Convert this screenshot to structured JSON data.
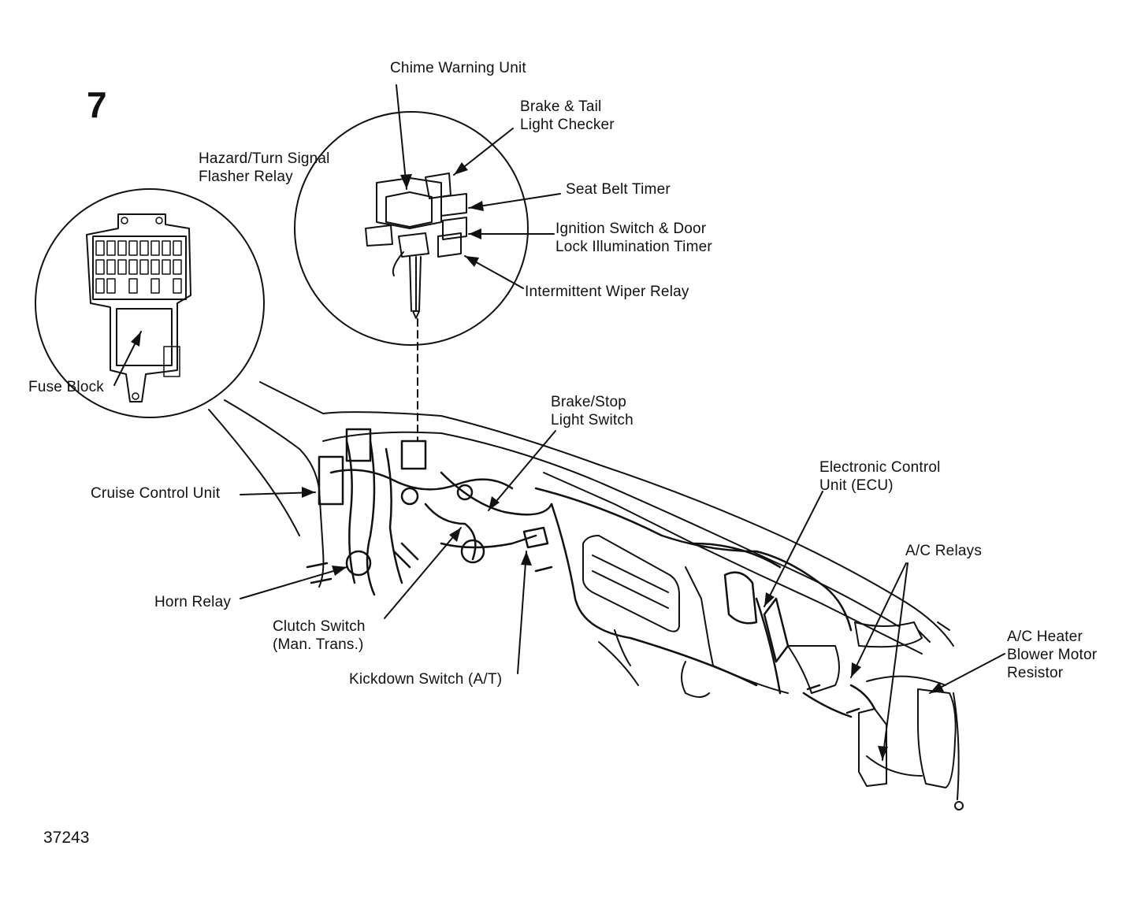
{
  "figure_number": "7",
  "reference_number": "37243",
  "labels": {
    "chime_warning_unit": "Chime Warning Unit",
    "brake_tail_light_checker": "Brake & Tail\nLight Checker",
    "hazard_turn_signal_flasher_relay": "Hazard/Turn Signal\nFlasher Relay",
    "seat_belt_timer": "Seat Belt Timer",
    "ignition_switch_door_lock_timer": "Ignition Switch & Door\nLock Illumination Timer",
    "intermittent_wiper_relay": "Intermittent Wiper Relay",
    "fuse_block": "Fuse Block",
    "brake_stop_light_switch": "Brake/Stop\nLight Switch",
    "electronic_control_unit": "Electronic Control\nUnit (ECU)",
    "cruise_control_unit": "Cruise Control Unit",
    "ac_relays": "A/C Relays",
    "ac_heater_blower_motor_resistor": "A/C Heater\nBlower Motor\nResistor",
    "horn_relay": "Horn Relay",
    "clutch_switch": "Clutch Switch\n(Man. Trans.)",
    "kickdown_switch": "Kickdown Switch (A/T)"
  }
}
